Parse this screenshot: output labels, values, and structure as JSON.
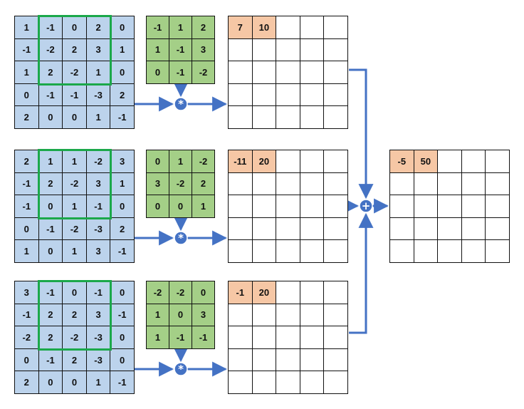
{
  "colors": {
    "input_cell": "#bcd3ec",
    "kernel_cell": "#a4cf87",
    "result_cell": "#f6c7a5",
    "window_outline": "#1ba84a",
    "connector": "#4472c4"
  },
  "operators": {
    "convolution": "*",
    "sum": "+"
  },
  "channels": [
    {
      "input": [
        [
          "1",
          "-1",
          "0",
          "2",
          "0"
        ],
        [
          "-1",
          "-2",
          "2",
          "3",
          "1"
        ],
        [
          "1",
          "2",
          "-2",
          "1",
          "0"
        ],
        [
          "0",
          "-1",
          "-1",
          "-3",
          "2"
        ],
        [
          "2",
          "0",
          "0",
          "1",
          "-1"
        ]
      ],
      "kernel": [
        [
          "-1",
          "1",
          "2"
        ],
        [
          "1",
          "-1",
          "3"
        ],
        [
          "0",
          "-1",
          "-2"
        ]
      ],
      "feature_map_first_row": [
        "7",
        "10"
      ]
    },
    {
      "input": [
        [
          "2",
          "1",
          "1",
          "-2",
          "3"
        ],
        [
          "-1",
          "2",
          "-2",
          "3",
          "1"
        ],
        [
          "-1",
          "0",
          "1",
          "-1",
          "0"
        ],
        [
          "0",
          "-1",
          "-2",
          "-3",
          "2"
        ],
        [
          "1",
          "0",
          "1",
          "3",
          "-1"
        ]
      ],
      "kernel": [
        [
          "0",
          "1",
          "-2"
        ],
        [
          "3",
          "-2",
          "2"
        ],
        [
          "0",
          "0",
          "1"
        ]
      ],
      "feature_map_first_row": [
        "-11",
        "20"
      ]
    },
    {
      "input": [
        [
          "3",
          "-1",
          "0",
          "-1",
          "0"
        ],
        [
          "-1",
          "2",
          "2",
          "3",
          "-1"
        ],
        [
          "-2",
          "2",
          "-2",
          "-3",
          "0"
        ],
        [
          "0",
          "-1",
          "2",
          "-3",
          "0"
        ],
        [
          "2",
          "0",
          "0",
          "1",
          "-1"
        ]
      ],
      "kernel": [
        [
          "-2",
          "-2",
          "0"
        ],
        [
          "1",
          "0",
          "3"
        ],
        [
          "1",
          "-1",
          "-1"
        ]
      ],
      "feature_map_first_row": [
        "-1",
        "20"
      ]
    }
  ],
  "output_first_row": [
    "-5",
    "50"
  ]
}
